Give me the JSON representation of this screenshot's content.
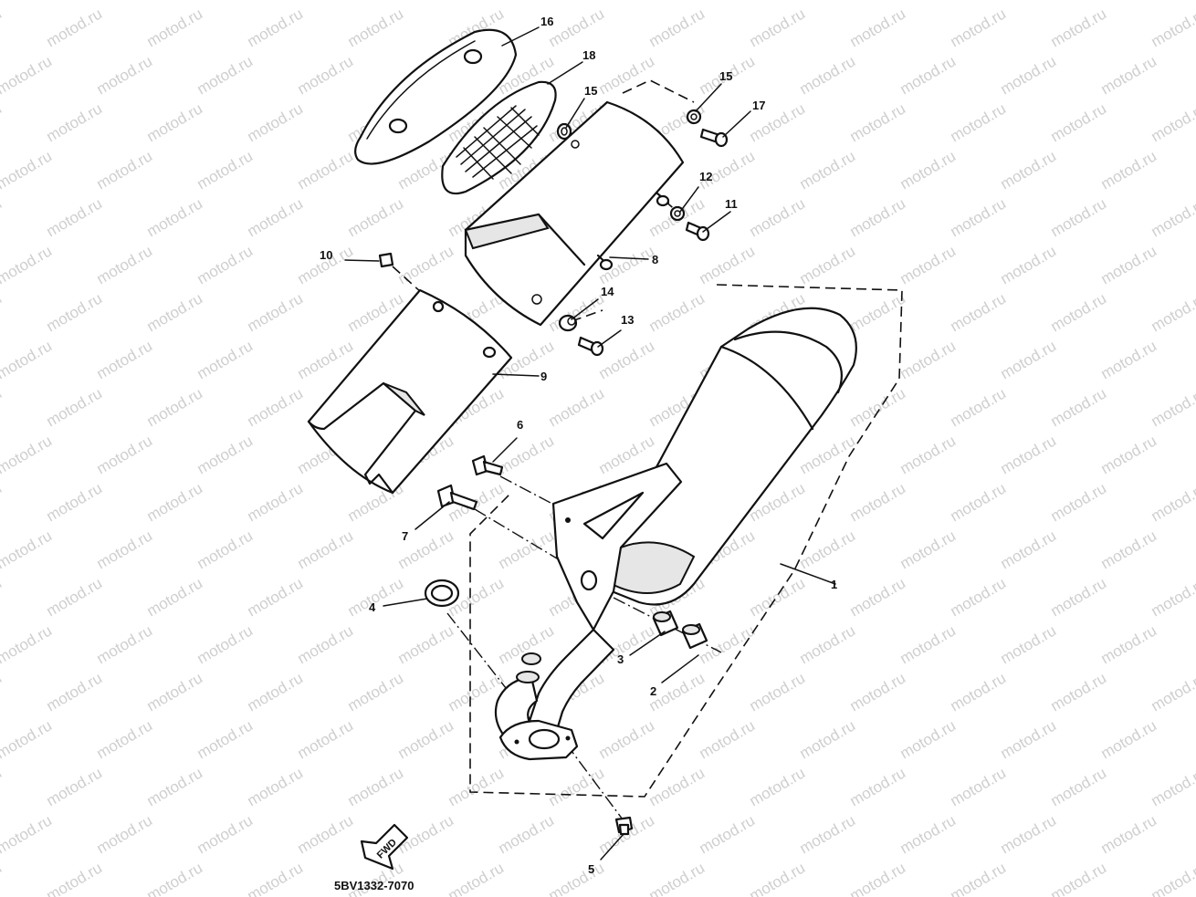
{
  "watermark": "motod.ru",
  "diagram_code": "5BV1332-7070",
  "fwd_label": "FWD",
  "callouts": [
    {
      "id": "1",
      "label": "1"
    },
    {
      "id": "2",
      "label": "2"
    },
    {
      "id": "3",
      "label": "3"
    },
    {
      "id": "4",
      "label": "4"
    },
    {
      "id": "5",
      "label": "5"
    },
    {
      "id": "6",
      "label": "6"
    },
    {
      "id": "7",
      "label": "7"
    },
    {
      "id": "8",
      "label": "8"
    },
    {
      "id": "9",
      "label": "9"
    },
    {
      "id": "10",
      "label": "10"
    },
    {
      "id": "11",
      "label": "11"
    },
    {
      "id": "12",
      "label": "12"
    },
    {
      "id": "13",
      "label": "13"
    },
    {
      "id": "14",
      "label": "14"
    },
    {
      "id": "15a",
      "label": "15"
    },
    {
      "id": "15b",
      "label": "15"
    },
    {
      "id": "16",
      "label": "16"
    },
    {
      "id": "17",
      "label": "17"
    },
    {
      "id": "18",
      "label": "18"
    }
  ]
}
